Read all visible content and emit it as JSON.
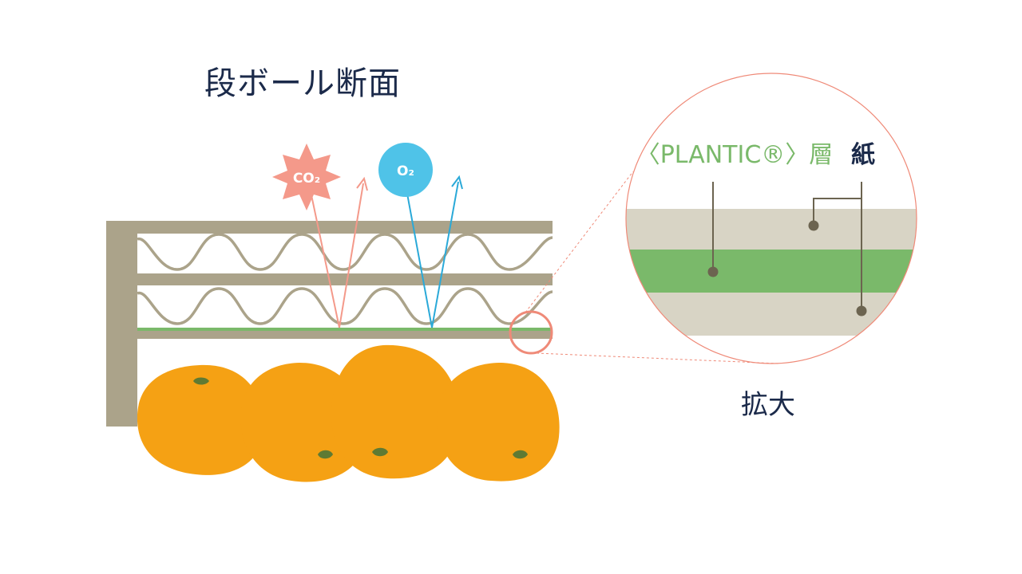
{
  "title": "段ボール断面",
  "zoom_label": "拡大",
  "molecules": {
    "co2": {
      "label": "CO₂",
      "color": "#f4998a"
    },
    "o2": {
      "label": "O₂",
      "color": "#4fc3e8"
    }
  },
  "zoom": {
    "plantic_label": "〈PLANTIC®〉層",
    "paper_label": "紙"
  },
  "colors": {
    "board": "#aba38a",
    "plantic": "#7ab96a",
    "paper": "#d8d4c5",
    "orange": "#f5a114",
    "stem": "#5f7a33",
    "circle": "#ef8a78",
    "leader": "#6c6450",
    "text": "#1b2a4a"
  }
}
